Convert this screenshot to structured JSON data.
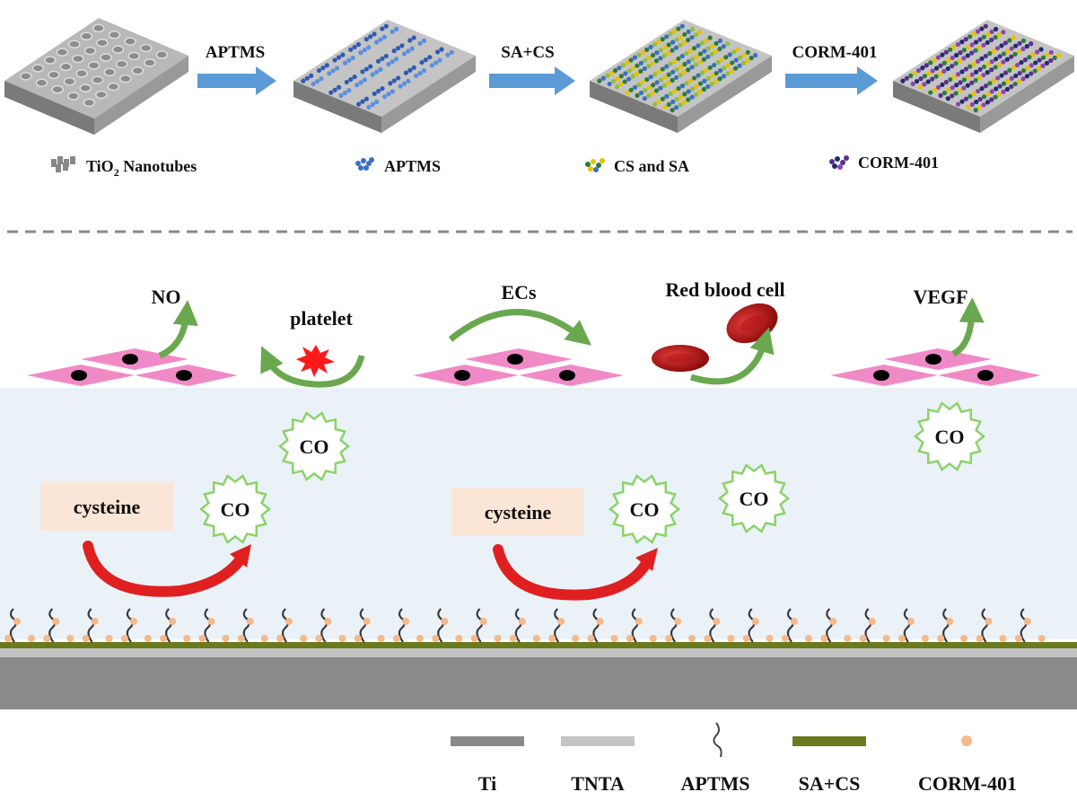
{
  "process": {
    "steps": [
      {
        "name": "TiO2 Nanotubes",
        "legend_main": "TiO",
        "legend_sub": "2",
        "legend_rest": " Nanotubes"
      },
      {
        "name": "APTMS",
        "legend_main": "APTMS",
        "legend_sub": "",
        "legend_rest": ""
      },
      {
        "name": "CS and SA",
        "legend_main": "CS and SA",
        "legend_sub": "",
        "legend_rest": ""
      },
      {
        "name": "CORM-401",
        "legend_main": "CORM-401",
        "legend_sub": "",
        "legend_rest": ""
      }
    ],
    "arrows": [
      "APTMS",
      "SA+CS",
      "CORM-401"
    ]
  },
  "effects": {
    "no": "NO",
    "platelet": "platelet",
    "ecs": "ECs",
    "rbc": "Red blood cell",
    "vegf": "VEGF"
  },
  "cysteine": [
    "cysteine",
    "cysteine"
  ],
  "co_labels": [
    "CO",
    "CO",
    "CO",
    "CO",
    "CO"
  ],
  "legend": [
    "Ti",
    "TNTA",
    "APTMS",
    "SA+CS",
    "CORM-401"
  ],
  "colors": {
    "arrow_blue": "#5b9bd5",
    "cell_pink": "#f08ac6",
    "green_arrow": "#6aa84f",
    "red_arrow": "#e02020",
    "co_star": "#8bd26a",
    "medium_bg": "#eaf2f8",
    "ti": "#8a8a8a",
    "tnta": "#c4c4c4",
    "sa_cs": "#6b7a1f",
    "corm": "#f5b98c",
    "cysteine_box": "#fbe5d6"
  }
}
